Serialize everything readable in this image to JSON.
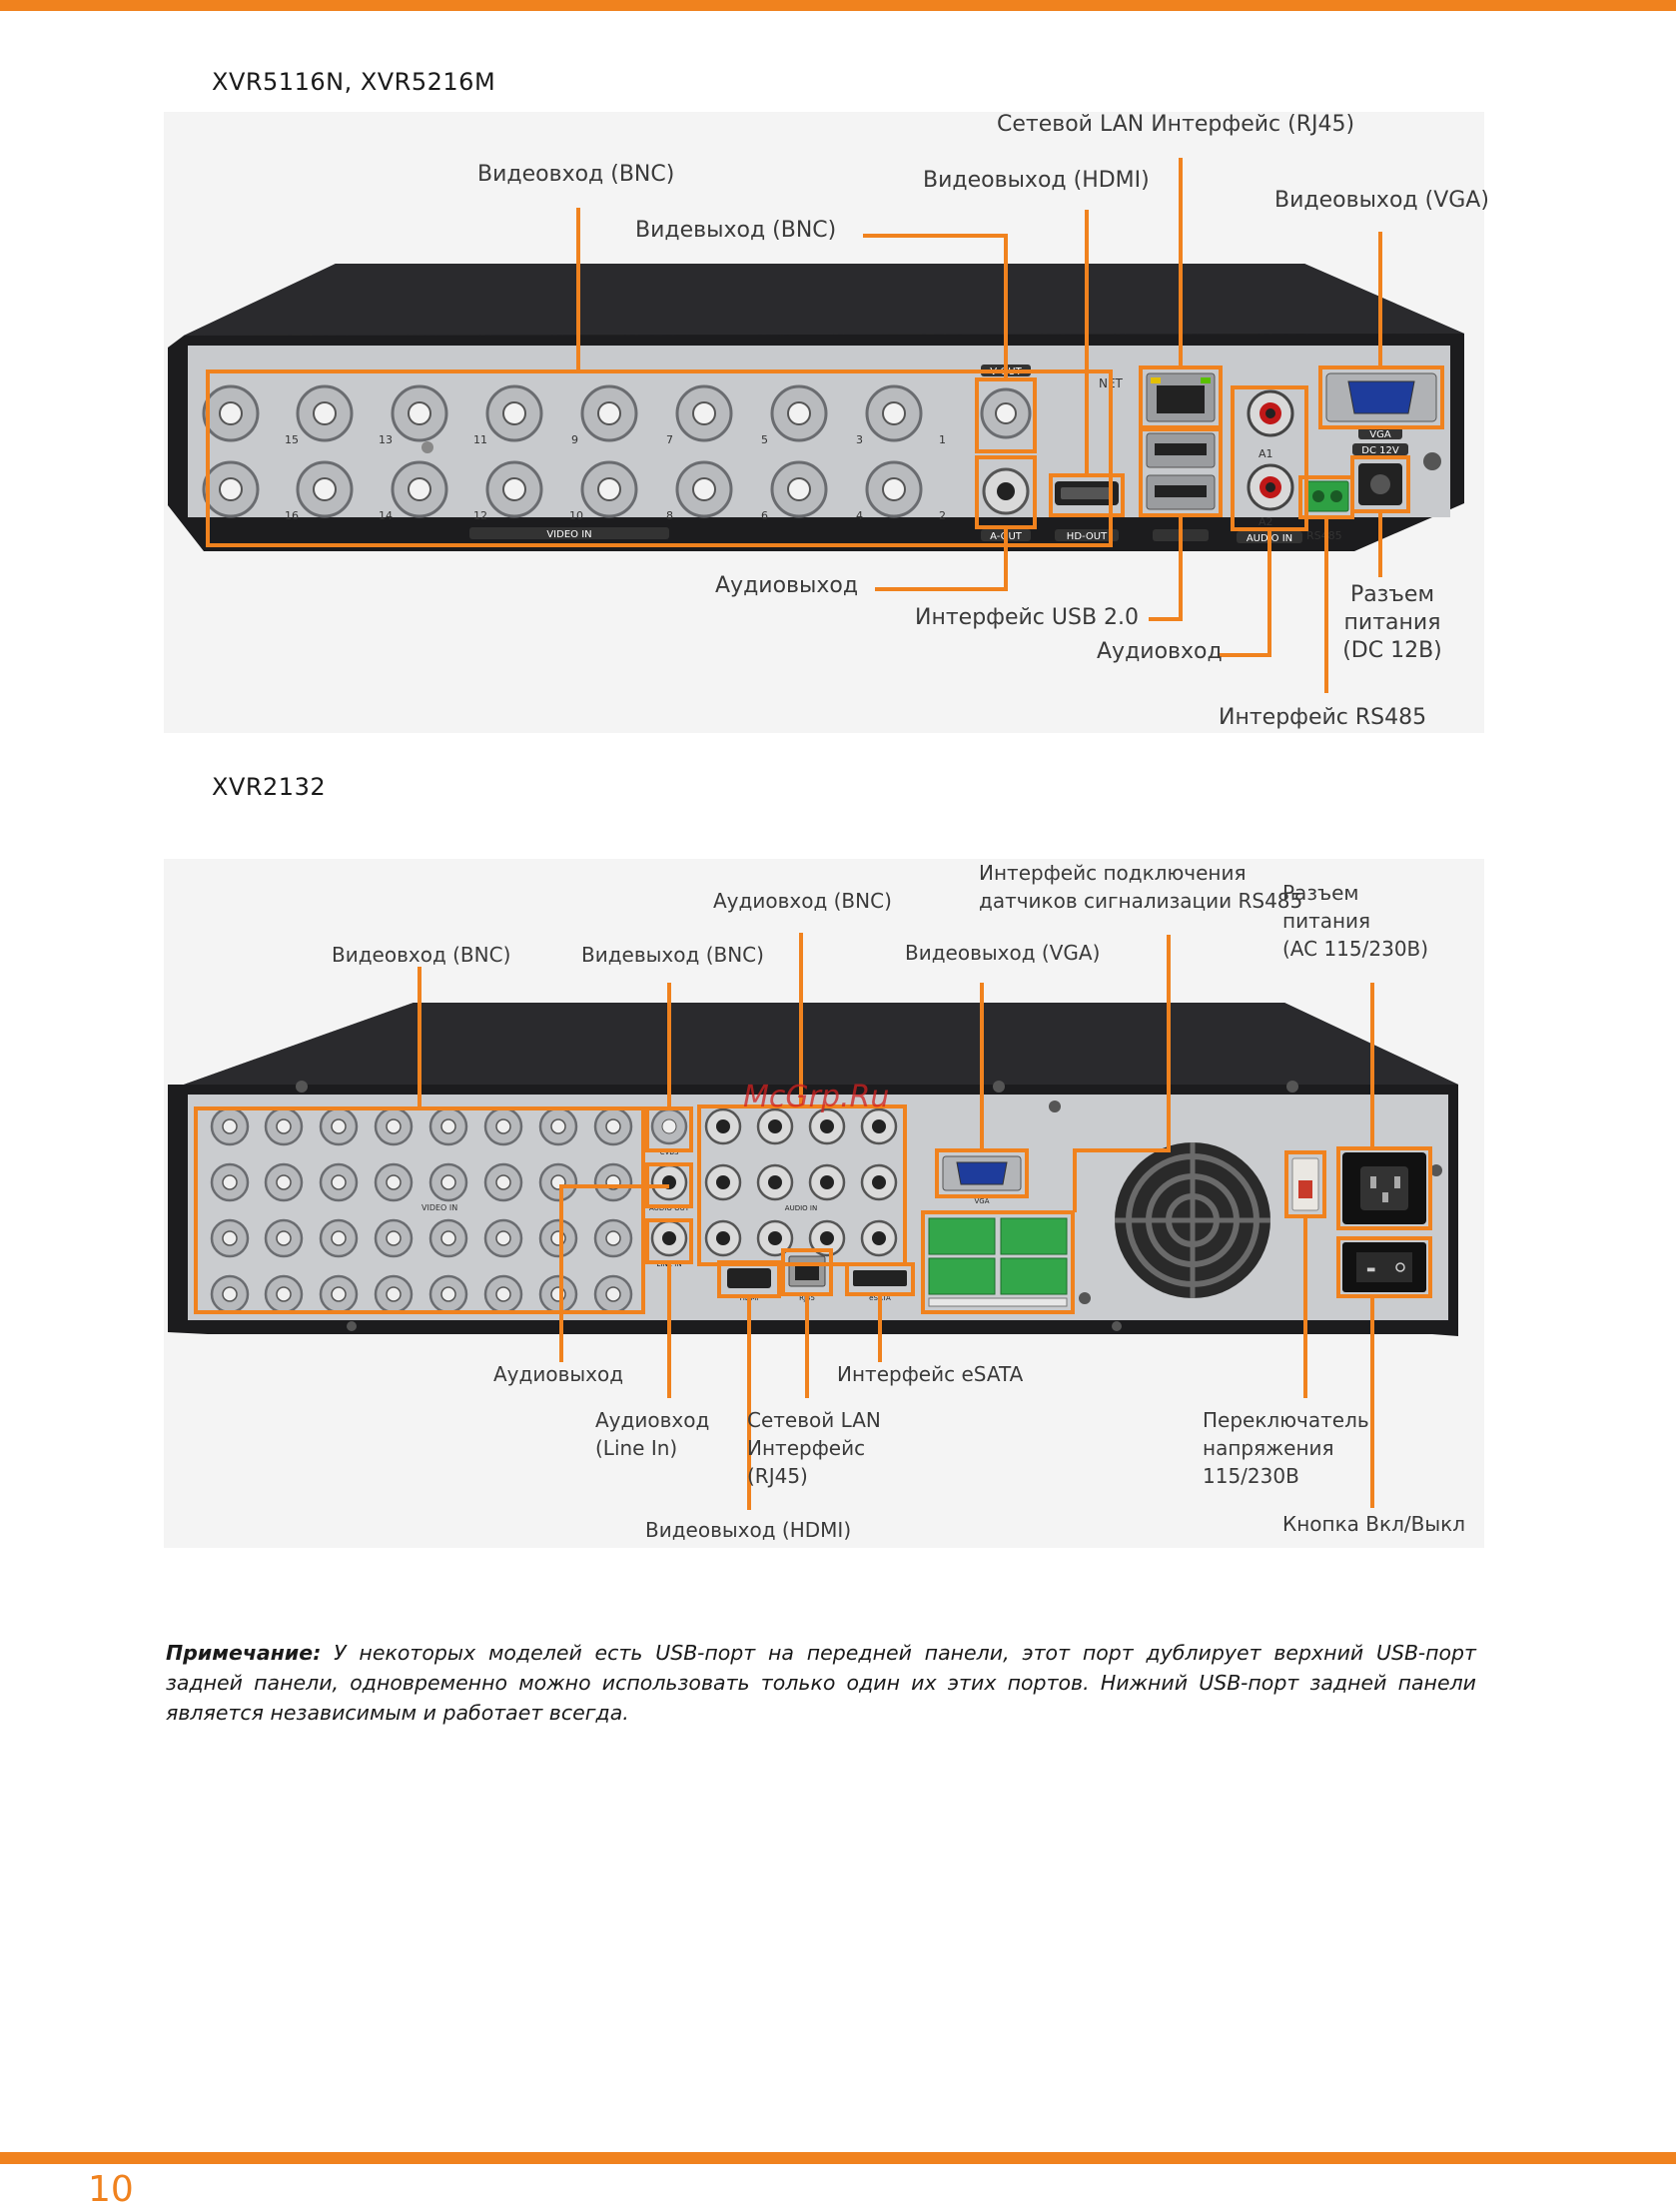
{
  "page": {
    "number": "10",
    "watermark": "McGrp.Ru"
  },
  "section1": {
    "title": "XVR5116N, XVR5216M",
    "labels": {
      "lan": "Сетевой LAN Интерфейс (RJ45)",
      "video_in": "Видеовход (BNC)",
      "hdmi_out": "Видеовыход (HDMI)",
      "vga_out": "Видеовыход (VGA)",
      "bnc_out": "Видевыход (BNC)",
      "audio_out": "Аудиовыход",
      "usb": "Интерфейс USB 2.0",
      "audio_in": "Аудиовход",
      "power_l1": "Разъем",
      "power_l2": "питания",
      "power_l3": "(DC 12В)",
      "rs485": "Интерфейс RS485"
    },
    "panel": {
      "video_in_mark": "VIDEO IN",
      "v_out_mark": "V-OUT",
      "a_out_mark": "A-OUT",
      "hd_out_mark": "HD-OUT",
      "net_mark": "NET",
      "audio_in_mark": "AUDIO IN",
      "a1": "A1",
      "a2": "A2",
      "rs485_mark": "RS485",
      "vga_mark": "VGA",
      "dc_mark": "DC 12V",
      "top_numbers": [
        "15",
        "13",
        "11",
        "9",
        "7",
        "5",
        "3",
        "1"
      ],
      "bottom_numbers": [
        "16",
        "14",
        "12",
        "10",
        "8",
        "6",
        "4",
        "2"
      ]
    }
  },
  "section2": {
    "title": "XVR2132",
    "labels": {
      "rs485_l1": "Интерфейс подключения",
      "rs485_l2": "датчиков сигнализации RS485",
      "audio_in_bnc": "Аудиовход (BNC)",
      "power_l1": "Разъем",
      "power_l2": "питания",
      "power_l3": "(AC 115/230В)",
      "video_in": "Видеовход (BNC)",
      "bnc_out": "Видевыход (BNC)",
      "vga_out": "Видеовыход (VGA)",
      "audio_out": "Аудиовыход",
      "esata": "Интерфейс eSATA",
      "line_in_l1": "Аудиовход",
      "line_in_l2": "(Line In)",
      "lan_l1": "Сетевой LAN",
      "lan_l2": "Интерфейс",
      "lan_l3": "(RJ45)",
      "switch_l1": "Переключатель",
      "switch_l2": "напряжения",
      "switch_l3": "115/230В",
      "power_button": "Кнопка Вкл/Выкл",
      "hdmi_out": "Видеовыход (HDMI)"
    },
    "panel": {
      "video_in_mark": "VIDEO IN",
      "cvbs_mark": "CVBS",
      "audio_out_mark": "AUDIO OUT",
      "line_in_mark": "LINE IN",
      "audio_in_mark": "AUDIO IN",
      "vga_mark": "VGA",
      "hdmi_mark": "HDMI",
      "rj45_mark": "RJ45",
      "esata_mark": "eSATA"
    }
  },
  "note": {
    "label": "Примечание:",
    "text": " У некоторых моделей есть USB-порт на передней панели, этот порт дублирует верхний USB-порт задней панели, одновременно можно использовать только  один их этих портов. Нижний USB-порт задней панели является независимым и работает всегда."
  },
  "colors": {
    "accent": "#f0821e",
    "chassis": "#1c1c1e",
    "panel": "#c9cbce"
  }
}
